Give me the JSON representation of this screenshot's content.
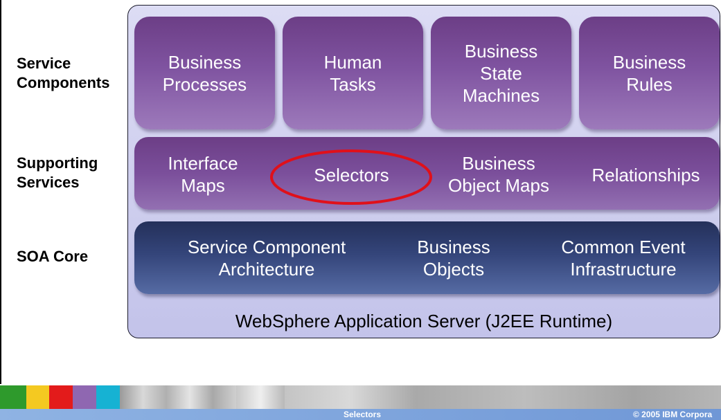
{
  "rows": {
    "service_components": "Service Components",
    "supporting_services": "Supporting Services",
    "soa_core": "SOA Core"
  },
  "service_components": {
    "business_processes": "Business Processes",
    "human_tasks": "Human Tasks",
    "business_state_machines": "Business State Machines",
    "business_rules": "Business Rules"
  },
  "supporting_services": {
    "interface_maps": "Interface Maps",
    "selectors": "Selectors",
    "business_object_maps": "Business Object Maps",
    "relationships": "Relationships"
  },
  "soa_core": {
    "sca": "Service Component Architecture",
    "business_objects": "Business Objects",
    "cei": "Common Event Infrastructure"
  },
  "platform": "WebSphere Application Server (J2EE Runtime)",
  "highlight": {
    "target": "Selectors",
    "color": "#e0101a"
  },
  "footer": {
    "title": "Selectors",
    "copyright": "© 2005 IBM Corpora"
  },
  "colors": {
    "component_purple": "#7f53a0",
    "core_blue": "#34457a",
    "panel_lavender": "#d4d4f0"
  }
}
